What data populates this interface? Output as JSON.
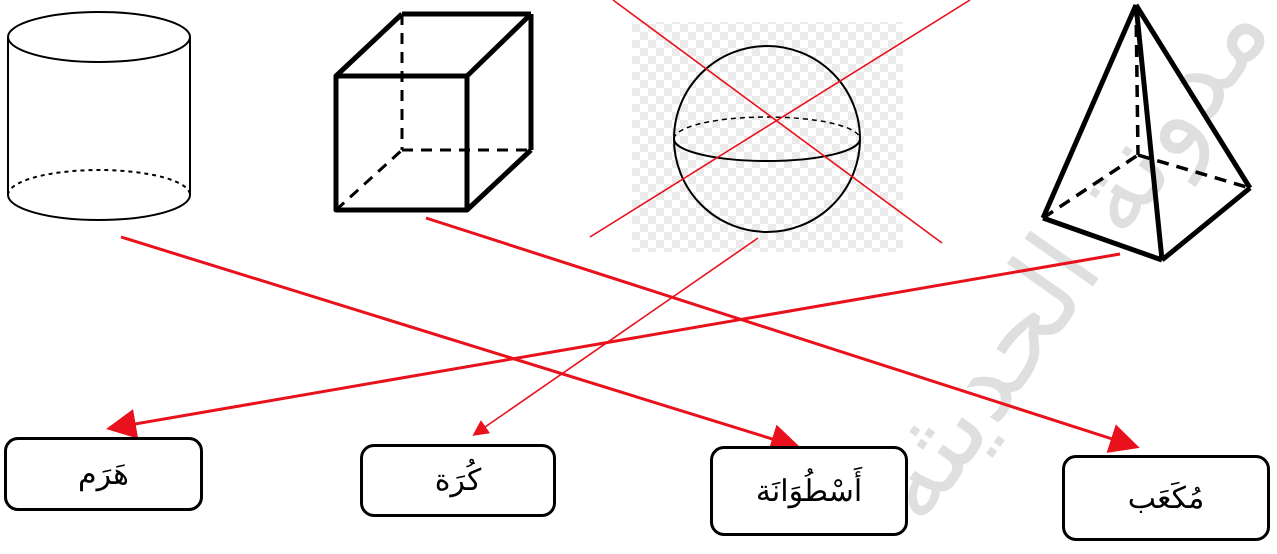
{
  "labels": {
    "haram": "هَرَم",
    "kura": "كُرَة",
    "ustuwana": "أَسْطُوَانَة",
    "muka3ab": "مُكَعَب"
  },
  "watermark": "مدونة الحديثة com",
  "colors": {
    "arrow": "#e8111c",
    "stroke": "#000000",
    "checker": "#ebebeb"
  },
  "matches": [
    {
      "shape": "cylinder",
      "label": "أَسْطُوَانَة"
    },
    {
      "shape": "cube",
      "label": "مُكَعَب"
    },
    {
      "shape": "sphere",
      "label": "كُرَة"
    },
    {
      "shape": "pyramid",
      "label": "هَرَم"
    }
  ]
}
